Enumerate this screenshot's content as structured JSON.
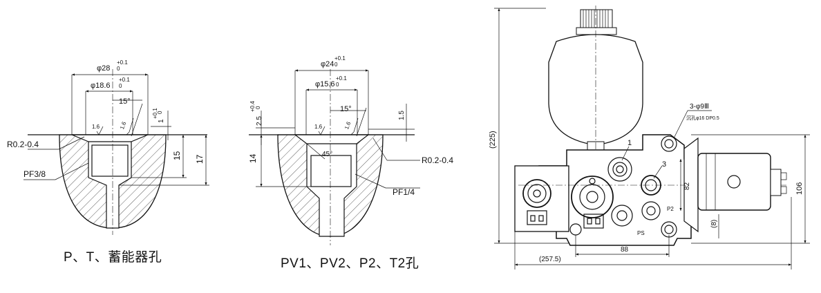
{
  "figure_left": {
    "caption": "P、T、蓄能器孔",
    "dims": {
      "outer_dia": "φ28",
      "inner_dia": "φ18.6",
      "angle": "15°",
      "roughness": "1.6",
      "depth_1": "1",
      "depth_15": "15",
      "depth_17": "17",
      "radius": "R0.2-0.4",
      "thread": "PF3/8",
      "tol_plus": "+0.1",
      "tol_zero": "0"
    }
  },
  "figure_middle": {
    "caption": "PV1、PV2、P2、T2孔",
    "dims": {
      "outer_dia": "φ24",
      "inner_dia": "φ15.6",
      "angle": "15°",
      "roughness": "1.6",
      "depth_25": "2.5",
      "depth_15": "1.5",
      "depth_14": "14",
      "chamfer": "45°",
      "radius": "R0.2-0.4",
      "thread": "PF1/4",
      "tol_plus": "+0.1",
      "tol_zero": "0",
      "tol_plus_04": "+0.4"
    }
  },
  "figure_right": {
    "holes_note": "3-φ9Ⅲ",
    "holes_sub": "沉孔φ16 DP0.5",
    "port_1": "1",
    "port_3": "3",
    "port_p2": "P2",
    "port_ps": "PS",
    "dim_225": "(225)",
    "dim_106": "106",
    "dim_82": "82",
    "dim_8": "(8)",
    "dim_88": "88",
    "dim_2575": "(257.5)"
  }
}
